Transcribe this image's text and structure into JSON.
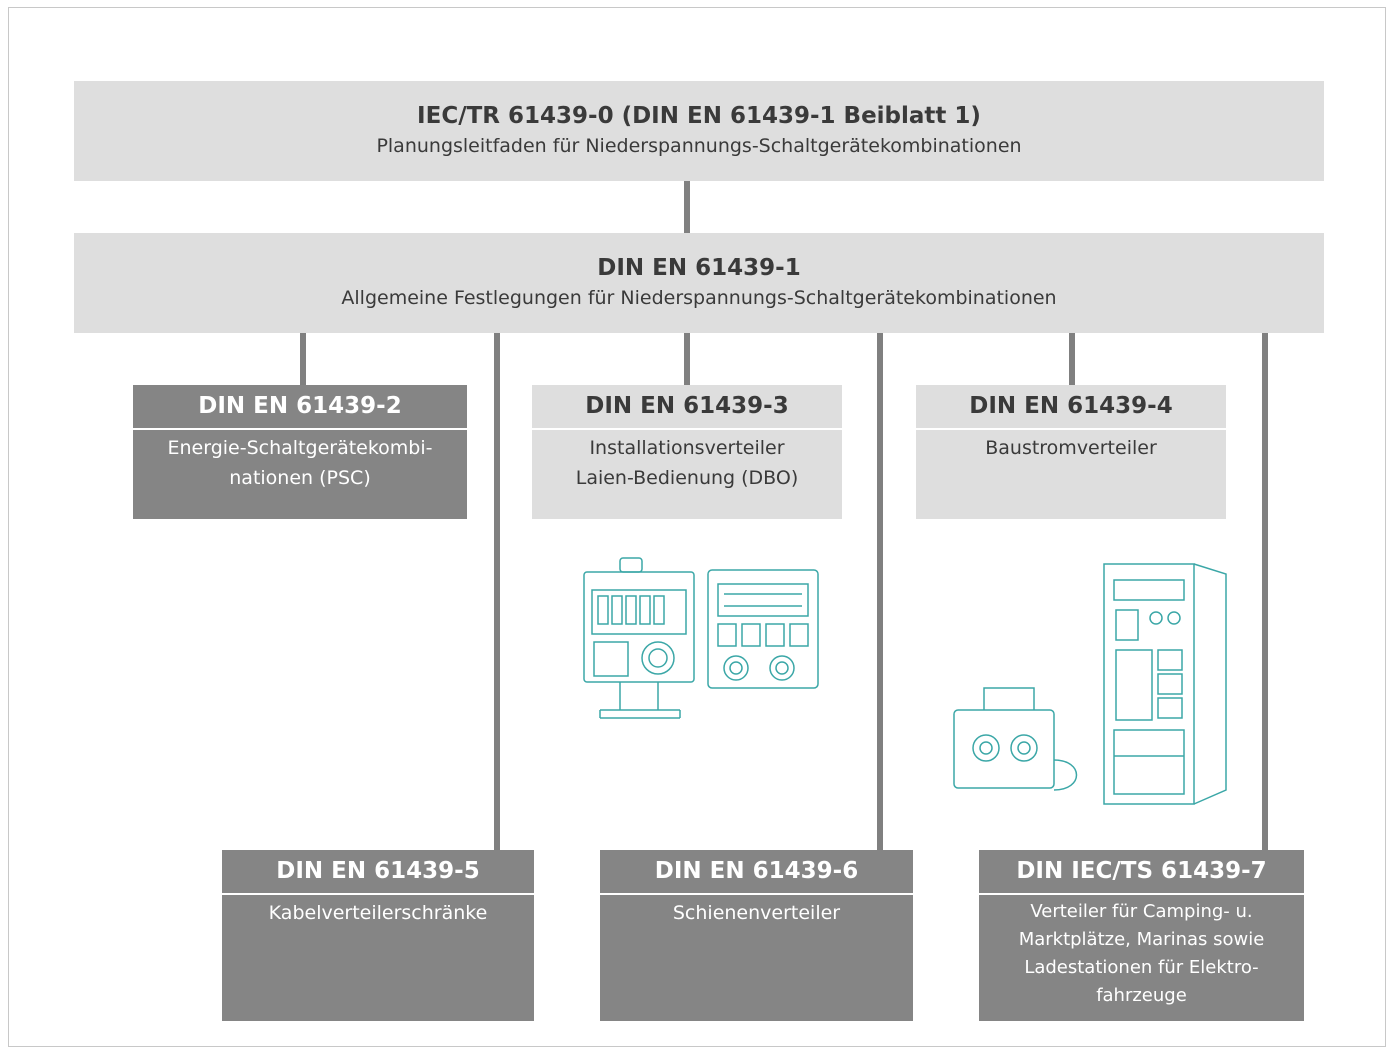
{
  "root": {
    "title": "IEC/TR 61439-0 (DIN EN 61439-1 Beiblatt 1)",
    "subtitle": "Planungsleitfaden für Niederspannungs-Schaltgerätekombinationen"
  },
  "general": {
    "title": "DIN EN 61439-1",
    "subtitle": "Allgemeine Festlegungen für Niederspannungs-Schaltgerätekombinationen"
  },
  "parts": [
    {
      "title": "DIN EN 61439-2",
      "lines": [
        "Energie-Schaltgerätekombi-",
        "nationen (PSC)"
      ]
    },
    {
      "title": "DIN EN 61439-3",
      "lines": [
        "Installationsverteiler",
        "Laien-Bedienung (DBO)"
      ]
    },
    {
      "title": "DIN EN 61439-4",
      "lines": [
        "Baustromverteiler"
      ]
    },
    {
      "title": "DIN EN 61439-5",
      "lines": [
        "Kabelverteilerschränke"
      ]
    },
    {
      "title": "DIN EN 61439-6",
      "lines": [
        "Schienenverteiler"
      ]
    },
    {
      "title": "DIN IEC/TS 61439-7",
      "lines": [
        "Verteiler für Camping- u.",
        "Marktplätze, Marinas sowie",
        "Ladestationen für Elektro-",
        "fahrzeuge"
      ]
    }
  ],
  "colors": {
    "light_box": "#dedede",
    "dark_box": "#858585",
    "connector": "#808080",
    "illustration_stroke": "#3ba7a7"
  }
}
